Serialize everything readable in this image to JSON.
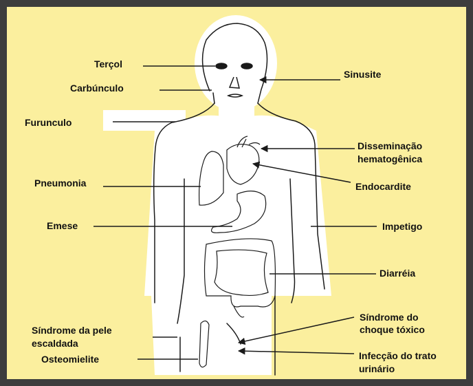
{
  "colors": {
    "outer_frame": "#3d3d3d",
    "background": "#fbef9e",
    "body_fill": "#ffffff",
    "outline": "#1a1a1a"
  },
  "labels": {
    "tercol": "Terçol",
    "carbunculo": "Carbúnculo",
    "furunculo": "Furunculo",
    "sinusite": "Sinusite",
    "disseminacao_line1": "Disseminação",
    "disseminacao_line2": "hematogênica",
    "endocardite": "Endocardite",
    "pneumonia": "Pneumonia",
    "emese": "Emese",
    "impetigo": "Impetigo",
    "diarreia": "Diarréia",
    "sindrome_pele_line1": "Síndrome da pele",
    "sindrome_pele_line2": "escaldada",
    "osteomielite": "Osteomielite",
    "sindrome_choque_line1": "Síndrome do",
    "sindrome_choque_line2": "choque tóxico",
    "infeccao_line1": "Infecção do trato",
    "infeccao_line2": "urinário"
  }
}
